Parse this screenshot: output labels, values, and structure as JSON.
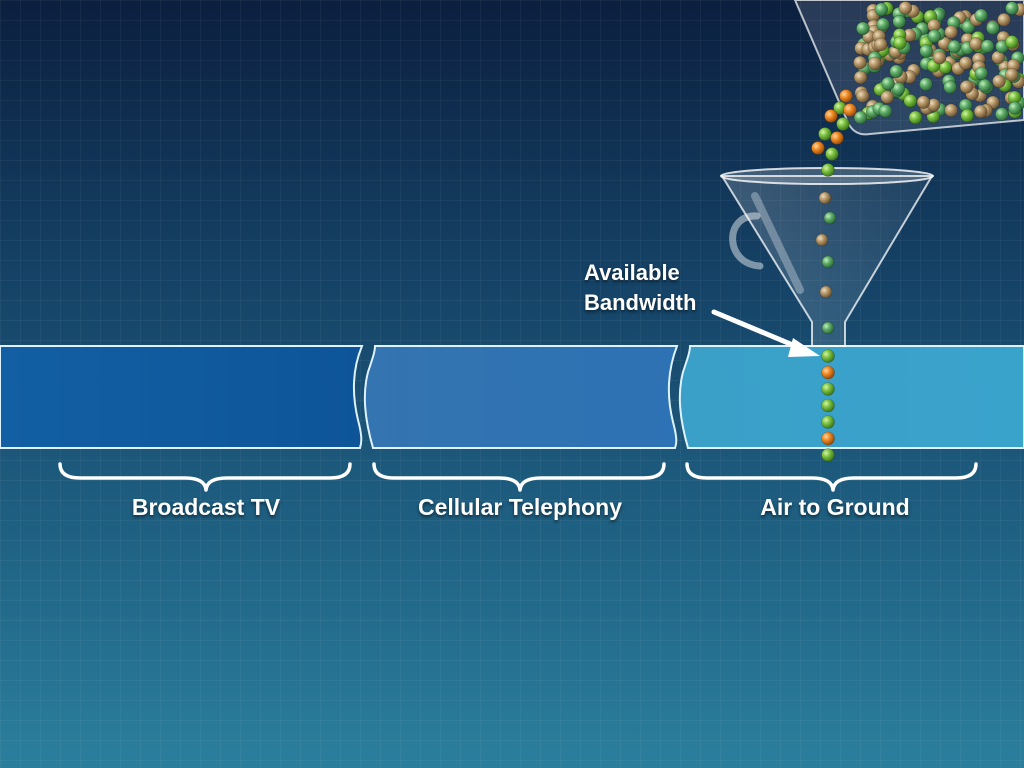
{
  "segments": [
    {
      "label": "Broadcast TV",
      "color": "#0f5fa0"
    },
    {
      "label": "Cellular Telephony",
      "color": "#2f78b4"
    },
    {
      "label": "Air to Ground",
      "color": "#3aa0c8"
    }
  ],
  "annotation": {
    "line1": "Available",
    "line2": "Bandwidth"
  },
  "colors": {
    "bead_green": "#7cc242",
    "bead_orange": "#f08a24",
    "bead_tan": "#b89a6a",
    "outline": "#ffffff"
  },
  "icons": [
    "funnel-icon",
    "beaker-icon",
    "beads-icon",
    "arrow-icon",
    "brace-icon"
  ]
}
